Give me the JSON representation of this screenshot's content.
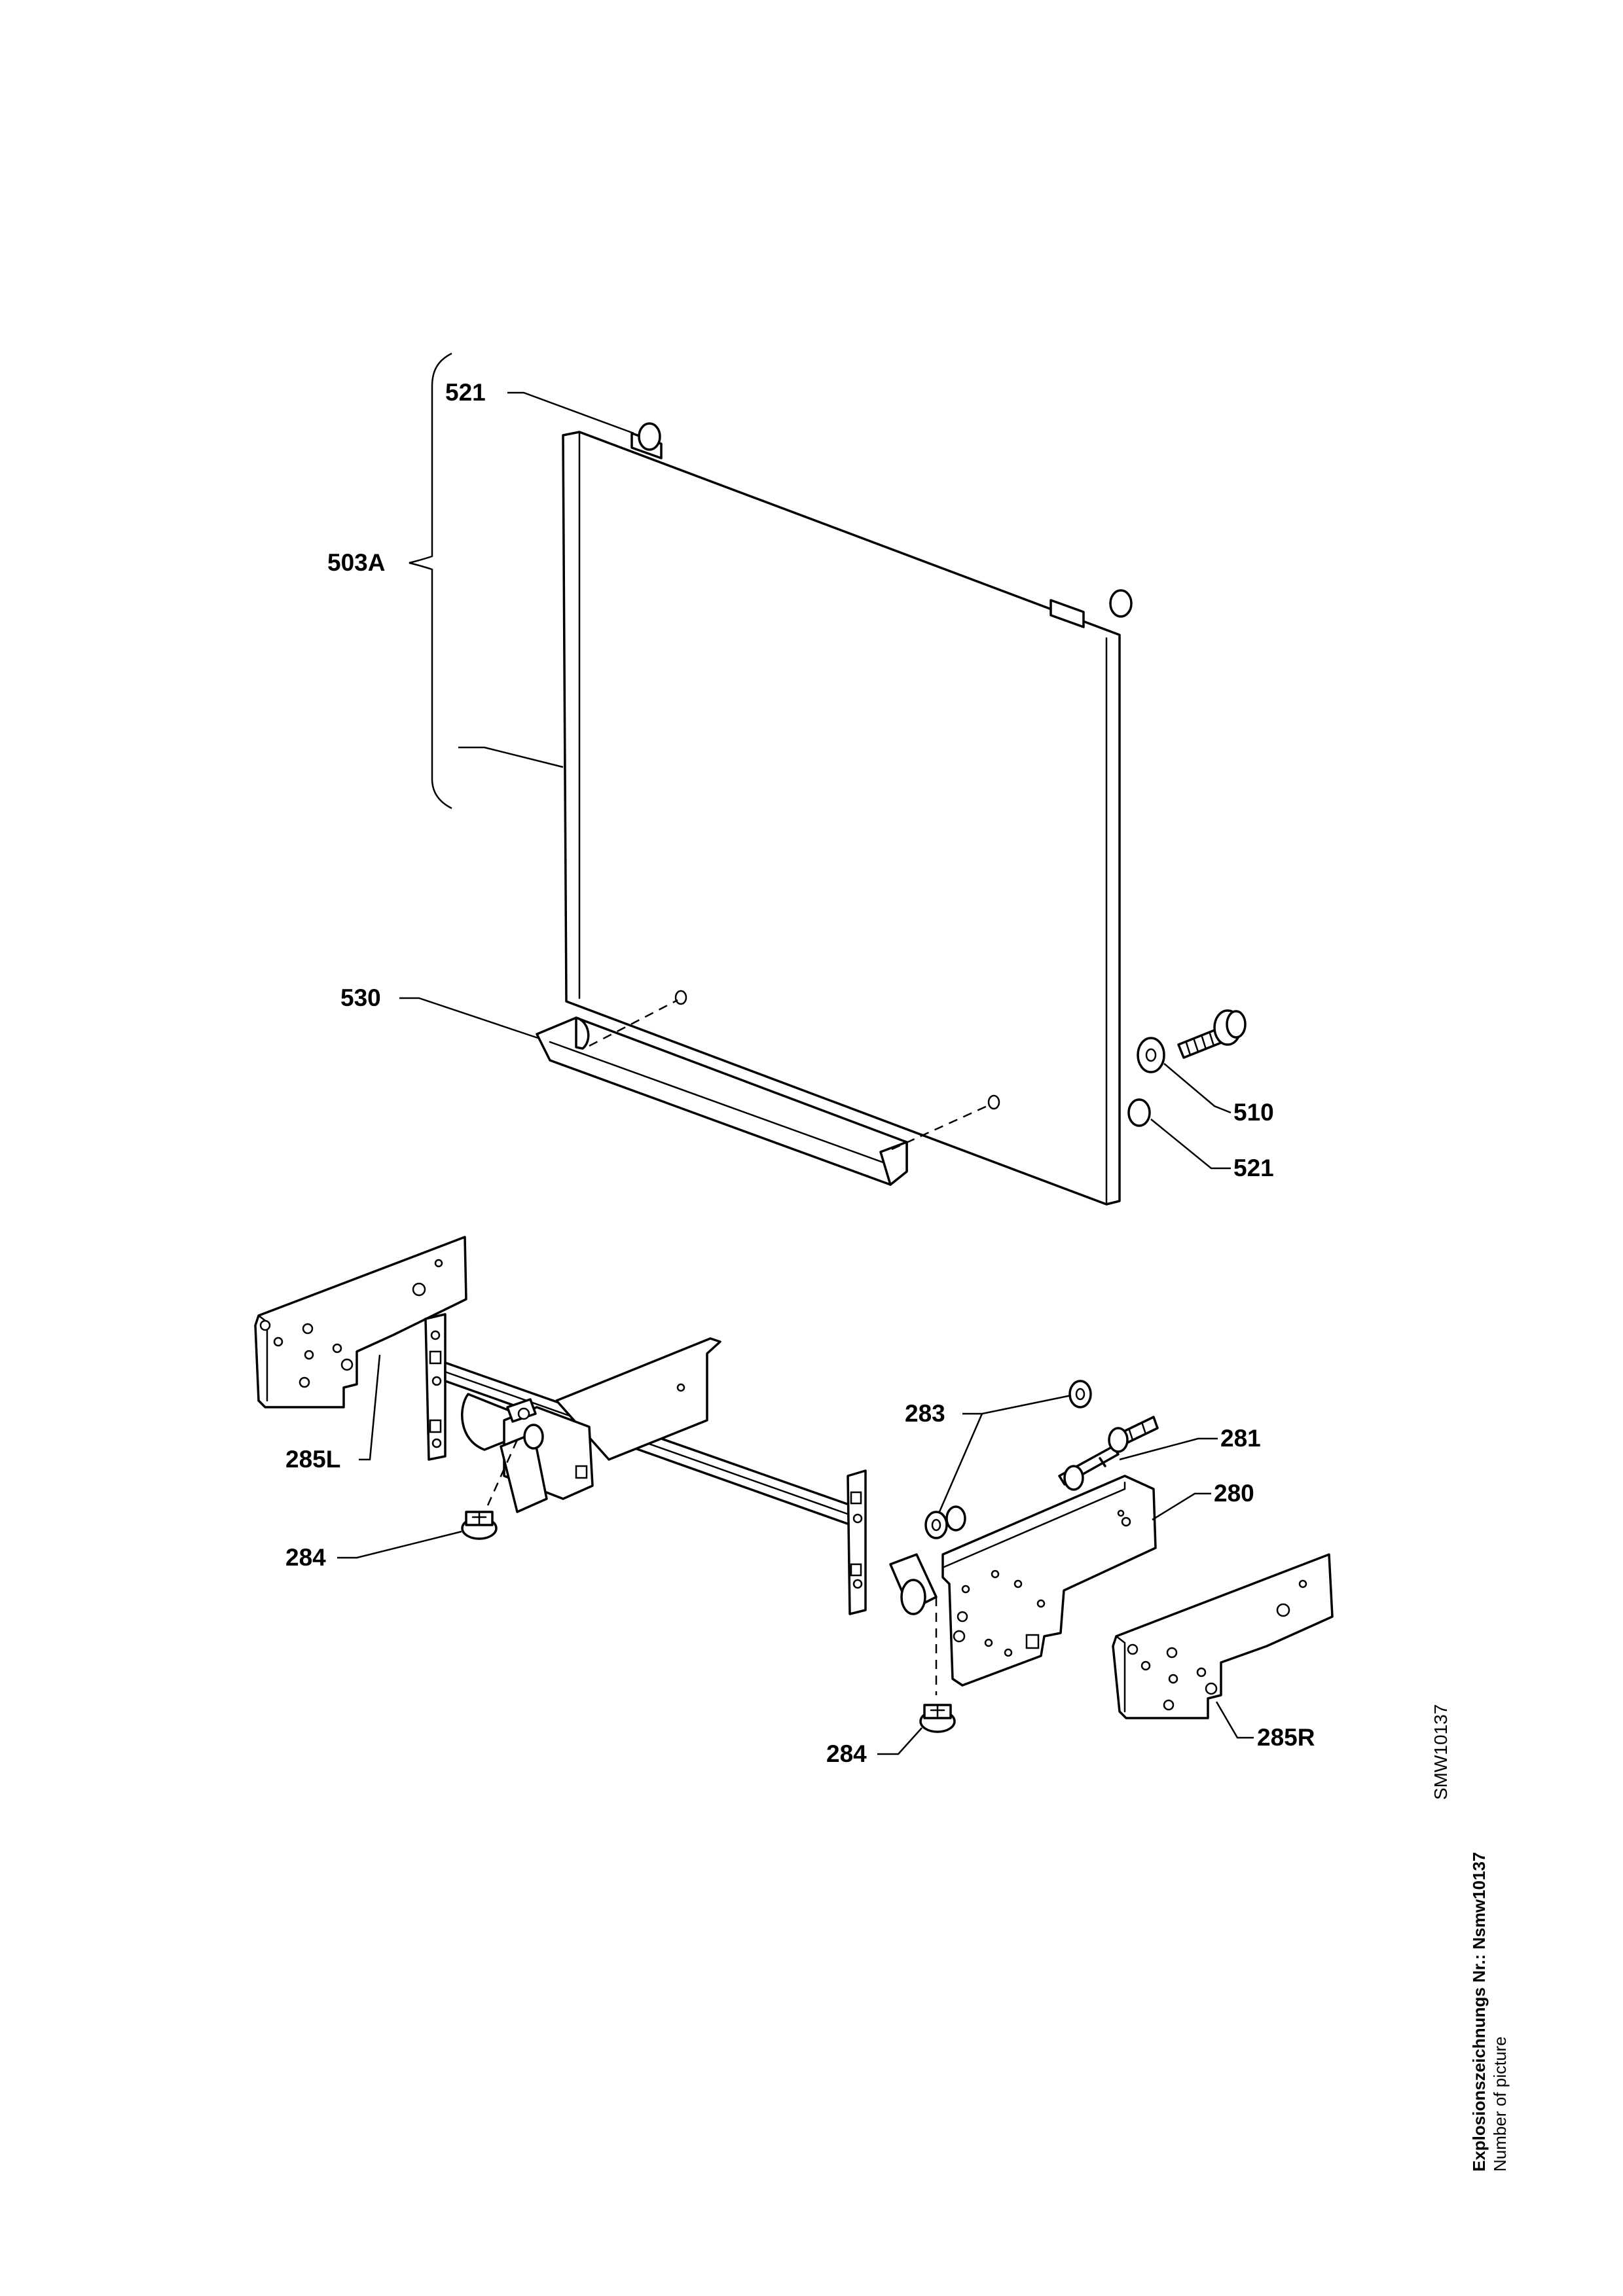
{
  "callouts": {
    "c521_top": "521",
    "c503A": "503A",
    "c530": "530",
    "c510": "510",
    "c521_bottom": "521",
    "c283": "283",
    "c281": "281",
    "c280": "280",
    "c285L": "285L",
    "c284_left": "284",
    "c284_right": "284",
    "c285R": "285R"
  },
  "side_text": {
    "drawing_code": "SMW10137",
    "title": "Explosionszeichnungs Nr.: Nsmw10137",
    "subtitle": "Number of picture"
  }
}
